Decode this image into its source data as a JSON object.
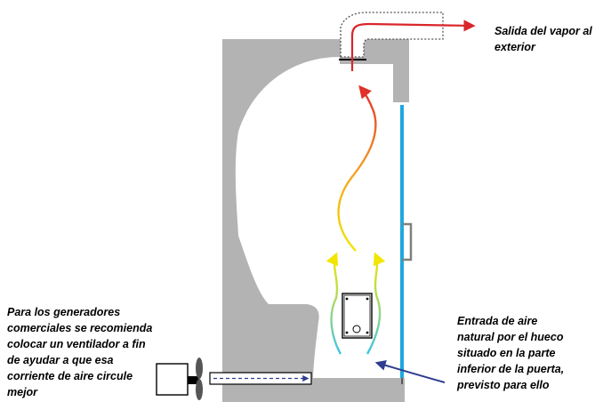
{
  "labels": {
    "exhaust_note": [
      "Salida del vapor al",
      "exterior"
    ],
    "intake_note": [
      "Entrada de aire",
      "natural por el hueco",
      "situado en la parte",
      "inferior de la puerta,",
      "previsto para ello"
    ],
    "fan_note": [
      "Para los generadores",
      "comerciales se recomienda",
      "colocar un ventilador a fin",
      "de ayudar a que esa",
      "corriente de aire circule",
      "mejor"
    ]
  },
  "colors": {
    "cabin_wall": "#b3b3b3",
    "door_glass": "#1fa8e0",
    "exhaust_arrow": "#d9262b",
    "intake_arrow": "#2e3d8f",
    "steam_hot": "#e0312a",
    "steam_warm": "#f5a623",
    "steam_cool": "#f2e600",
    "steam_start": "#3ec6e8",
    "steam_mid": "#a6d96a"
  },
  "icons": [
    "vent-duct-icon",
    "steam-generator-icon",
    "fan-icon",
    "door-handle-icon"
  ]
}
